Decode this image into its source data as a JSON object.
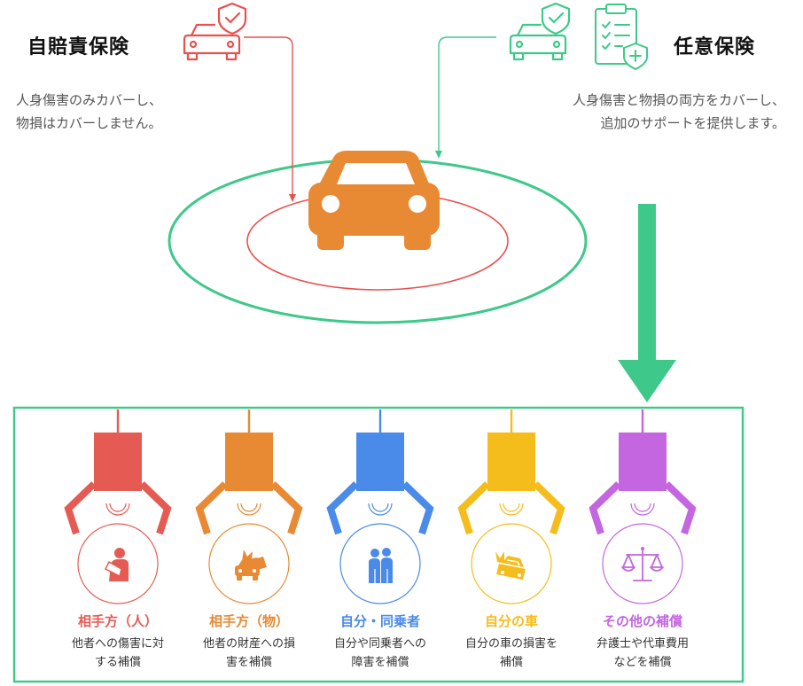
{
  "left": {
    "title": "自賠責保険",
    "desc_line1": "人身傷害のみカバーし、",
    "desc_line2": "物損はカバーしません。",
    "color": "#e8514f"
  },
  "right": {
    "title": "任意保険",
    "desc_line1": "人身傷害と物損の両方をカバーし、",
    "desc_line2": "追加のサポートを提供します。",
    "color": "#3ec98a"
  },
  "car_color": "#e88a34",
  "categories": [
    {
      "title": "相手方（人）",
      "desc_line1": "他者への傷害に対",
      "desc_line2": "する補償",
      "color": "#e55b54",
      "icon": "injured-person-icon"
    },
    {
      "title": "相手方（物）",
      "desc_line1": "他者の財産への損",
      "desc_line2": "害を補償",
      "color": "#e88a34",
      "icon": "car-collision-icon"
    },
    {
      "title": "自分・同乗者",
      "desc_line1": "自分や同乗者への",
      "desc_line2": "障害を補償",
      "color": "#4a8ae8",
      "icon": "people-icon"
    },
    {
      "title": "自分の車",
      "desc_line1": "自分の車の損害を",
      "desc_line2": "補償",
      "color": "#f5bd1c",
      "icon": "damaged-car-icon"
    },
    {
      "title": "その他の補償",
      "desc_line1": "弁護士や代車費用",
      "desc_line2": "などを補償",
      "color": "#c466e0",
      "icon": "scales-icon"
    }
  ]
}
